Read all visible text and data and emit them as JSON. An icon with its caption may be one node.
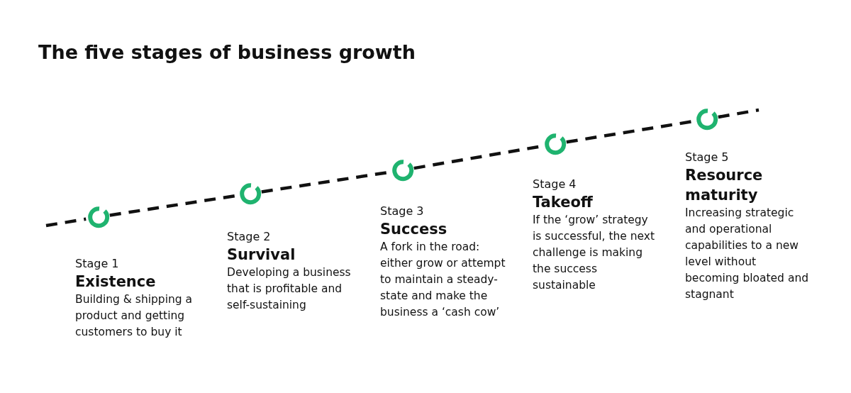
{
  "diagram": {
    "title": "The five stages of business growth",
    "nodes": [
      {
        "text": [
          "Stage 1",
          "Existence",
          "Building & shipping a product and getting customers to buy it"
        ]
      },
      {
        "text": [
          "Stage 2",
          "Survival",
          "Developing a business that is profitable and self-sustaining"
        ]
      },
      {
        "text": [
          "Stage 3",
          "Success",
          "A fork in the road: either grow or attempt to maintain a steady-state and make the business a ‘cash cow’"
        ]
      },
      {
        "text": [
          "Stage 4",
          "Takeoff",
          "If the ‘grow’ strategy is successful, the next challenge is making the success sustainable"
        ]
      },
      {
        "text": [
          "Stage 5",
          "Resource maturity",
          "Increasing strategic and operational capabilities to a new level without becoming bloated and stagnant"
        ]
      },
      {
        "text": [],
        "shape": "circle"
      },
      {
        "text": [],
        "shape": "circle"
      },
      {
        "text": [],
        "shape": "circle"
      },
      {
        "text": [],
        "shape": "circle"
      },
      {
        "text": [],
        "shape": "circle"
      }
    ],
    "edges": [
      {
        "from": null,
        "to": 5,
        "arrow": "none",
        "style": "dashed"
      },
      {
        "from": 5,
        "to": 6,
        "arrow": "none",
        "style": "dashed"
      },
      {
        "from": 6,
        "to": 7,
        "arrow": "none",
        "style": "dashed"
      },
      {
        "from": 7,
        "to": 8,
        "arrow": "none",
        "style": "dashed"
      },
      {
        "from": 8,
        "to": 9,
        "arrow": "none",
        "style": "dashed"
      },
      {
        "from": 9,
        "to": null,
        "arrow": "none",
        "style": "dashed"
      }
    ]
  }
}
